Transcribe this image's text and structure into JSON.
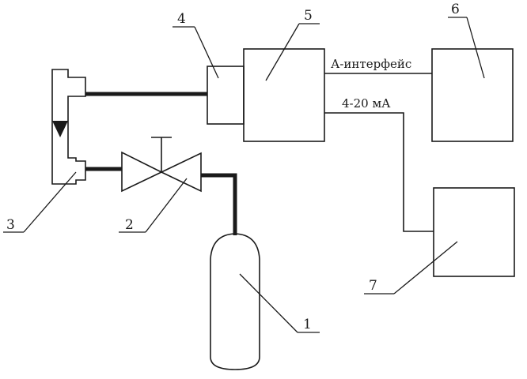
{
  "diagram": {
    "signals": {
      "a_interface": "А-интерфейс",
      "current_loop": "4-20 мА"
    },
    "components": {
      "c1": "1",
      "c2": "2",
      "c3": "3",
      "c4": "4",
      "c5": "5",
      "c6": "6",
      "c7": "7"
    },
    "colors": {
      "ink": "#1a1a1a",
      "background": "#ffffff"
    }
  }
}
